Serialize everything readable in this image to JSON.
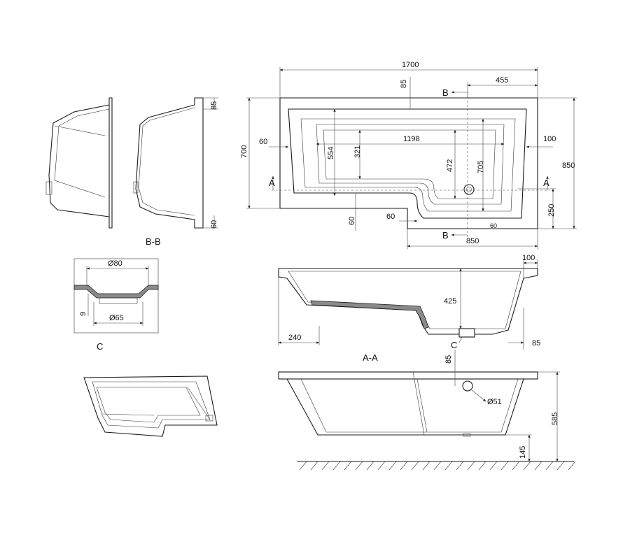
{
  "dimensions": {
    "length_total": "1700",
    "rim_top": "85",
    "section_offset": "455",
    "inner_left_60": "60",
    "inner_length": "1198",
    "end_rim": "100",
    "width_700": "700",
    "inner_554": "554",
    "inner_321": "321",
    "inner_472": "472",
    "inner_705": "705",
    "width_850": "850",
    "step_250": "250",
    "rim_60_bottom": "60",
    "rim_60_step": "60",
    "rim_60_small": "60",
    "length_850": "850",
    "bb_rim_85": "85",
    "bb_rim_60": "60",
    "waste_80": "Ø80",
    "waste_9": "9",
    "waste_65": "Ø65",
    "aa_rim_100": "100",
    "aa_depth_425": "425",
    "aa_240": "240",
    "aa_85": "85",
    "front_85": "85",
    "overflow_51": "Ø51",
    "height_585": "585",
    "floor_145": "145"
  },
  "labels": {
    "section_b_top": "B",
    "section_b_bottom": "B",
    "section_a_left": "A",
    "section_a_right": "A",
    "view_bb": "B-B",
    "view_c": "C",
    "view_aa": "A-A",
    "detail_c_ref": "C"
  },
  "colors": {
    "line": "#1a1a1a",
    "hatch": "#8a8a8a",
    "background": "#ffffff"
  }
}
